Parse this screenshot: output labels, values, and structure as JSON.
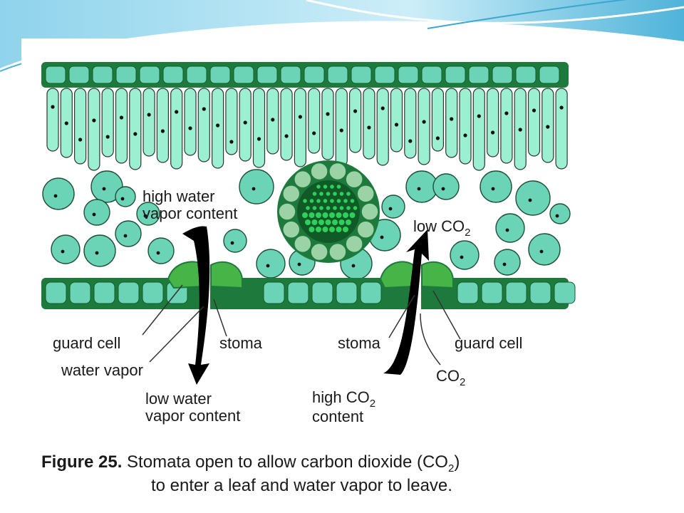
{
  "colors": {
    "cell_fill": "#6bd3b6",
    "palisade_fill": "#9bf0d2",
    "epidermis": "#1e7a3c",
    "guard_cell": "#46b447",
    "bundle_inner": "#2fcf5a",
    "bundle_ring": "#9bd3a6",
    "arrow": "#000000",
    "slide_accent": "#4fb3d9"
  },
  "labels": {
    "high_water_line1": "high water",
    "high_water_line2": "vapor content",
    "low_co2": "low CO",
    "low_co2_sub": "2",
    "guard_cell_left": "guard cell",
    "stoma_left": "stoma",
    "water_vapor": "water vapor",
    "low_water_line1": "low water",
    "low_water_line2": "vapor content",
    "stoma_right": "stoma",
    "guard_cell_right": "guard cell",
    "co2": "CO",
    "co2_sub": "2",
    "high_co2_line1": "high CO",
    "high_co2_sub": "2",
    "high_co2_line2": "content"
  },
  "caption": {
    "figure": "Figure 25.",
    "text_line1": "Stomata open to allow carbon dioxide (CO",
    "text_sub": "2",
    "text_close": ")",
    "text_line2": "to enter a leaf and water vapor to leave."
  }
}
